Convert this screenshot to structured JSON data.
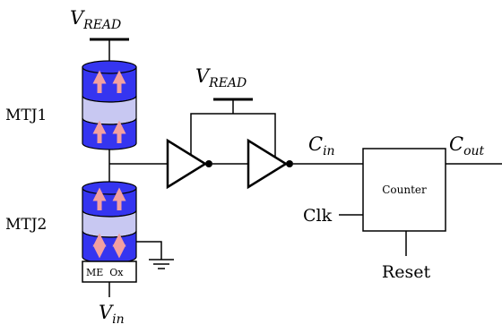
{
  "labels": {
    "vread_top": {
      "main": "V",
      "sub": "READ"
    },
    "vread_buffer": {
      "main": "V",
      "sub": "READ"
    },
    "mtj1": "MTJ1",
    "mtj2": "MTJ2",
    "me_ox": "ME  Ox",
    "vin": {
      "main": "V",
      "sub": "in"
    },
    "cin": {
      "main": "C",
      "sub": "in"
    },
    "cout": {
      "main": "C",
      "sub": "out"
    },
    "counter": "Counter",
    "clk": "Clk",
    "reset": "Reset"
  },
  "colors": {
    "mtj_layer": "#3535f0",
    "mtj_barrier": "#c8c8f2",
    "arrow": "#f2a0a0",
    "line": "#000000"
  }
}
